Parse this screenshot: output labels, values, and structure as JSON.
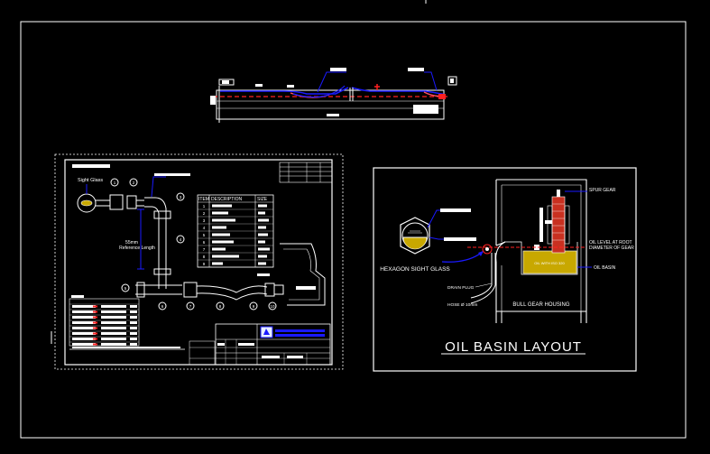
{
  "drawing": {
    "background": "#000000",
    "line_color": "#ffffff",
    "accent_blue": "#1a1aff",
    "accent_red": "#ff2020",
    "oil_color": "#c8a800",
    "gear_color": "#c83020"
  },
  "sight_glass_assembly": {
    "sight_glass_label": "Sight Glass",
    "reference_length_label_line1": "55mm",
    "reference_length_label_line2": "Reference Length",
    "parts_table": {
      "headers": [
        "ITEM",
        "DESCRIPTION",
        "SIZE"
      ],
      "item_numbers": [
        "1",
        "2",
        "3",
        "4",
        "5",
        "6",
        "7",
        "8",
        "9"
      ]
    },
    "balloons": [
      "1",
      "2",
      "3",
      "4",
      "5",
      "6",
      "7",
      "8",
      "9",
      "10"
    ]
  },
  "oil_basin_layout": {
    "title": "OIL BASIN LAYOUT",
    "hexagon_sight_glass_label": "HEXAGON SIGHT GLASS",
    "spur_gear_label": "SPUR GEAR",
    "oil_level_label_line1": "OIL LEVEL AT ROOT",
    "oil_level_label_line2": "DIAMETER OF GEAR",
    "oil_basin_label": "OIL BASIN",
    "oil_fill_label": "OIL WITH ISO 320",
    "drain_plug_label": "DRAIN PLUG",
    "hose_label": "HOSE Ø 10mm",
    "housing_label": "BULL GEAR HOUSING"
  }
}
